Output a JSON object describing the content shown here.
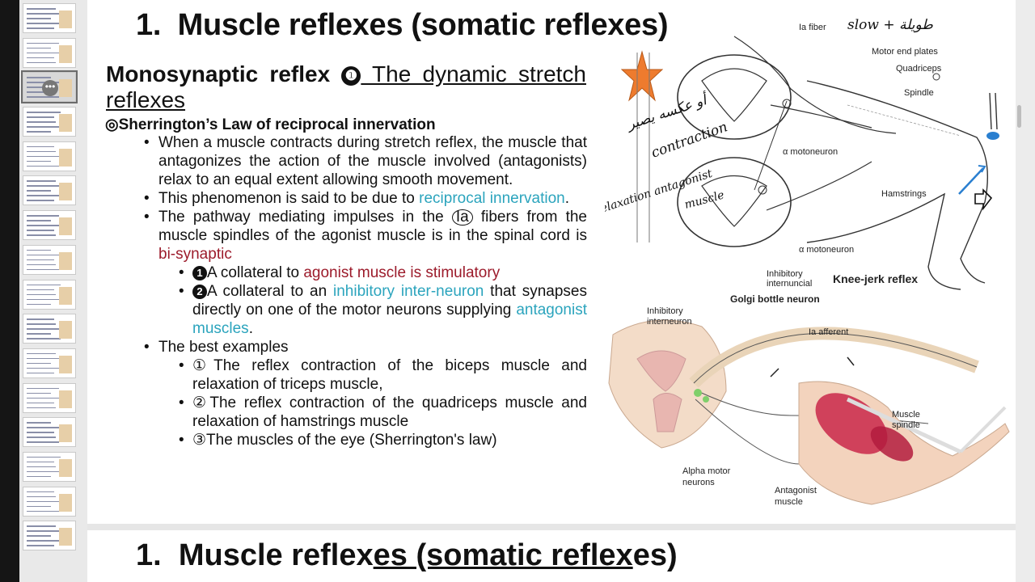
{
  "thumbnails": {
    "count": 16,
    "active_index": 2,
    "more_label": "•••"
  },
  "slide": {
    "title_num": "1.",
    "title_text": "Muscle reflexes (somatic reflexes)",
    "heading_bold": "Monosynaptic reflex",
    "heading_num": "❶",
    "heading_rest": " The dynamic stretch reflexes",
    "law_marker": "◎",
    "law_title": "Sherrington’s Law of reciprocal innervation",
    "bullet1": "When a muscle contracts during stretch reflex, the muscle that antagonizes the action of the muscle involved (antagonists) relax to an equal extent allowing smooth movement.",
    "bullet2_pre": "This phenomenon is said to be due to ",
    "bullet2_link": "reciprocal innervation",
    "bullet2_post": ".",
    "bullet3_pre": "The pathway mediating impulses in the ",
    "bullet3_ia": "Ia",
    "bullet3_mid": " fibers from the muscle spindles of the agonist muscle is in the spinal cord is ",
    "bullet3_red": "bi-synaptic",
    "sub1_num": "1",
    "sub1_pre": "A collateral to ",
    "sub1_red": "agonist muscle is stimulatory",
    "sub2_num": "2",
    "sub2_pre": "A collateral to an ",
    "sub2_teal": "inhibitory inter-neuron",
    "sub2_mid": " that synapses directly on one of the motor neurons supplying ",
    "sub2_teal2": "antagonist muscles",
    "sub2_post": ".",
    "bullet4": "The best examples",
    "ex1": "①The reflex contraction of the biceps muscle and relaxation of triceps muscle,",
    "ex2": "②The reflex contraction of the quadriceps muscle  and relaxation of hamstrings muscle",
    "ex3": "③The muscles of the eye (Sherrington's law)"
  },
  "figure1": {
    "ia_fiber": "Ia fiber",
    "motor_end_plates": "Motor end plates",
    "quadriceps": "Quadriceps",
    "spindle": "Spindle",
    "motoneuron1": "α motoneuron",
    "motoneuron2": "α motoneuron",
    "hamstrings": "Hamstrings",
    "inhibitory": "Inhibitory",
    "internuncial": "internuncial",
    "knee_jerk": "Knee-jerk reflex",
    "golgi": "Golgi bottle neuron"
  },
  "figure2": {
    "inhibitory": "Inhibitory",
    "interneuron": "interneuron",
    "ia_afferent": "Ia afferent",
    "muscle": "Muscle",
    "spindle": "spindle",
    "alpha": "Alpha motor",
    "neurons": "neurons",
    "antagonist": "Antagonist",
    "muscle2": "muscle"
  },
  "annotations": {
    "top_right": "slow + طويلة",
    "arabic": "أو عكسه يصير",
    "contraction": "contraction",
    "relaxation": "relaxation antagonist",
    "muscle": "muscle"
  },
  "slide2": {
    "title_num": "1.",
    "title_a": "Muscle reflex",
    "title_b": "es (somatic reflex",
    "title_c": "es)"
  },
  "colors": {
    "teal": "#2ba4bd",
    "red": "#9c1b2b",
    "star": "#ee7b2e"
  }
}
